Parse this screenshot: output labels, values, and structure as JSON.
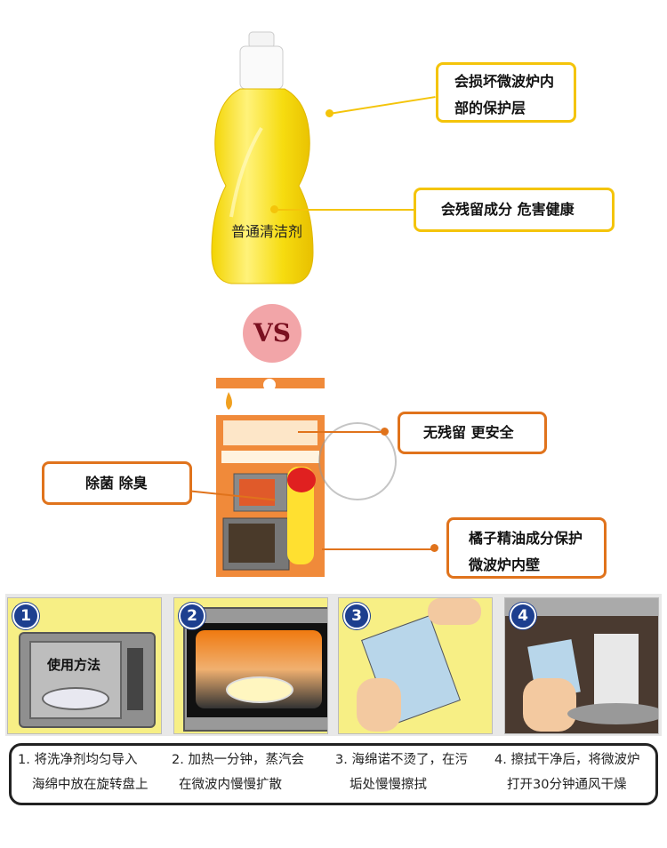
{
  "bottle": {
    "label": "普通清洁剂"
  },
  "callouts_top": [
    {
      "lines": [
        "会损坏微波炉内",
        "部的保护层"
      ]
    },
    {
      "text": "会残留成分  危害健康"
    }
  ],
  "vs": "VS",
  "callouts_product": [
    {
      "text": "无残留  更安全"
    },
    {
      "text": "除菌 除臭"
    },
    {
      "lines": [
        "橘子精油成分保护",
        "微波炉内壁"
      ]
    }
  ],
  "steps_banner": {
    "label": "使用方法",
    "numbers": [
      "1",
      "2",
      "3",
      "4"
    ]
  },
  "steps": [
    {
      "line1": "1.  将洗净剂均匀导入",
      "line2": "海绵中放在旋转盘上"
    },
    {
      "line1": "2. 加热一分钟，蒸汽会",
      "line2": "在微波内慢慢扩散"
    },
    {
      "line1": "3. 海绵诺不烫了，在污",
      "line2": "垢处慢慢擦拭"
    },
    {
      "line1": "4. 擦拭干净后，将微波炉",
      "line2": "打开30分钟通风干燥"
    }
  ],
  "colors": {
    "yellow_border": "#f4c40a",
    "orange_border": "#e0731c",
    "vs_circle": "#f2a5a8",
    "vs_text": "#7a1020",
    "panel_bg": "#f7ef85"
  }
}
